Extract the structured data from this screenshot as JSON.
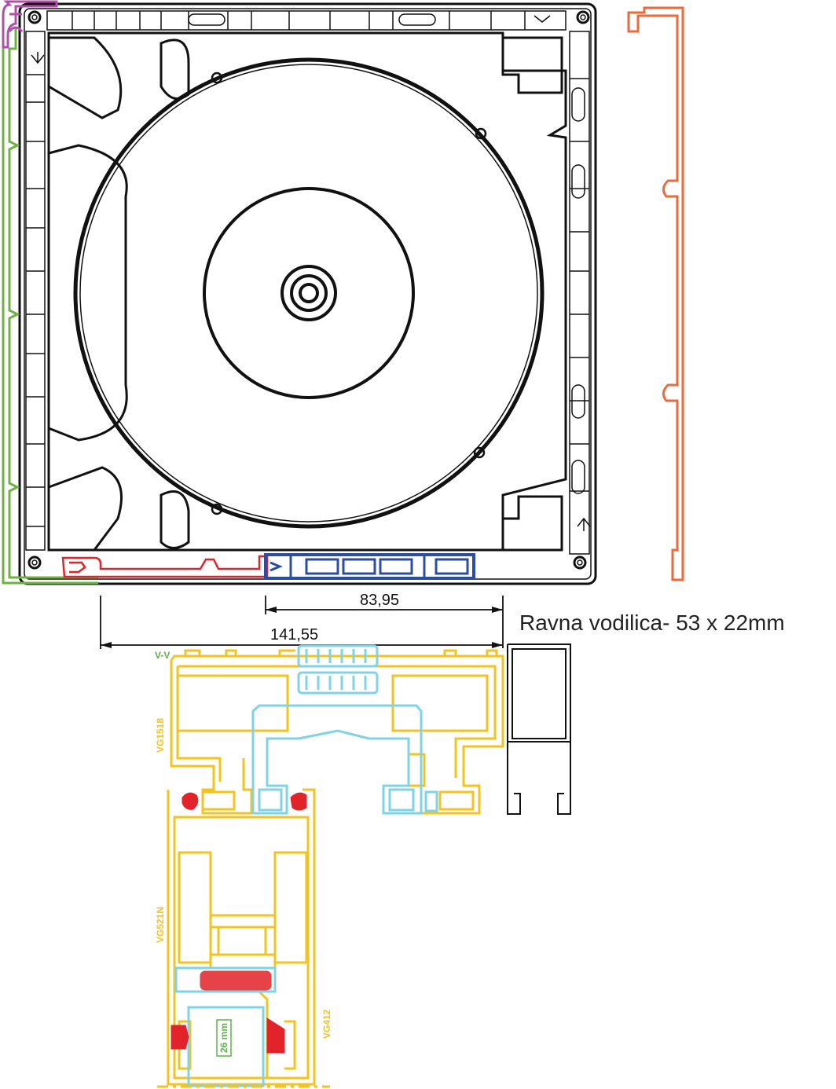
{
  "colors": {
    "outline": "#111111",
    "guide_rail": "#ef6a3a",
    "side_profile": "#6cb33f",
    "corner_profile": "#b24fa6",
    "bottom_profile": "#e2232a",
    "bottom_bar": "#2b4ea2",
    "window_frame": "#f5c31e",
    "glazing_bead": "#7fd3e6",
    "gasket": "#e2232a",
    "section_label": "#5bb346"
  },
  "dimensions": {
    "inner_width": "83,95",
    "outer_width": "141,55"
  },
  "rail_caption": "Ravna vodilica- 53 x 22mm",
  "section": {
    "cut_label": "V-V",
    "profile_top": "VG1518",
    "profile_mid": "VG521N",
    "profile_bead": "VG412",
    "glass_label": "26 mm"
  }
}
